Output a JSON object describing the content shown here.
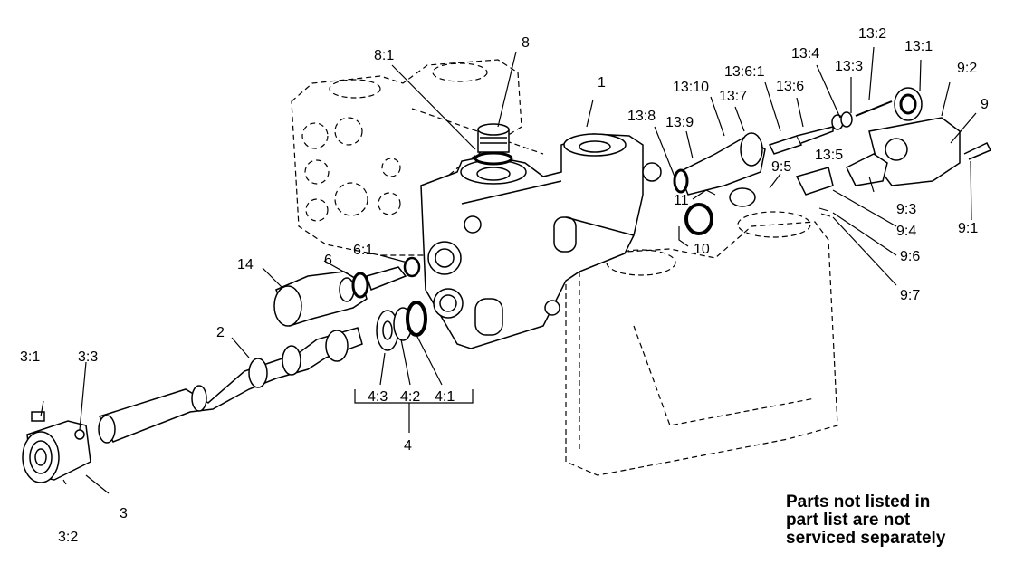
{
  "callouts": {
    "c1": "1",
    "c2": "2",
    "c3": "3",
    "c3_1": "3:1",
    "c3_2": "3:2",
    "c3_3": "3:3",
    "c4": "4",
    "c4_1": "4:1",
    "c4_2": "4:2",
    "c4_3": "4:3",
    "c6": "6",
    "c6_1": "6:1",
    "c8": "8",
    "c8_1": "8:1",
    "c9": "9",
    "c9_1": "9:1",
    "c9_2": "9:2",
    "c9_3": "9:3",
    "c9_4": "9:4",
    "c9_5": "9:5",
    "c9_6": "9:6",
    "c9_7": "9:7",
    "c10": "10",
    "c11": "11",
    "c13_1": "13:1",
    "c13_2": "13:2",
    "c13_3": "13:3",
    "c13_4": "13:4",
    "c13_5": "13:5",
    "c13_6": "13:6",
    "c13_6_1": "13:6:1",
    "c13_7": "13:7",
    "c13_8": "13:8",
    "c13_9": "13:9",
    "c13_10": "13:10",
    "c14": "14"
  },
  "note": {
    "line1": "Parts not listed in",
    "line2": "part list are not",
    "line3": "serviced separately"
  }
}
